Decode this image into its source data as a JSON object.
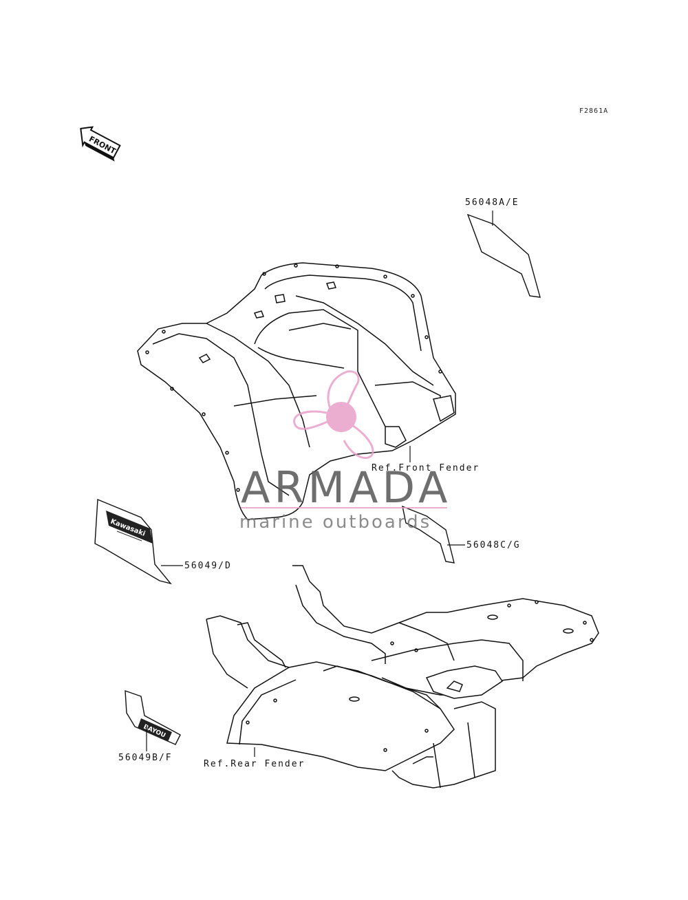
{
  "diagram": {
    "code": "F2861A",
    "direction_label": "FRONT",
    "callouts": {
      "part_56048ae": "56048A/E",
      "ref_front_fender": "Ref.Front Fender",
      "part_56048cg": "56048C/G",
      "part_56049d": "56049/D",
      "part_56049bf": "56049B/F",
      "ref_rear_fender": "Ref.Rear Fender"
    },
    "decal_text": {
      "brand": "Kawasaki",
      "decal_lower": "BAYOU"
    }
  },
  "watermark": {
    "title": "ARMADA",
    "subtitle": "marine outboards",
    "accent_color": "#e8a0c8",
    "text_color": "#555555"
  }
}
